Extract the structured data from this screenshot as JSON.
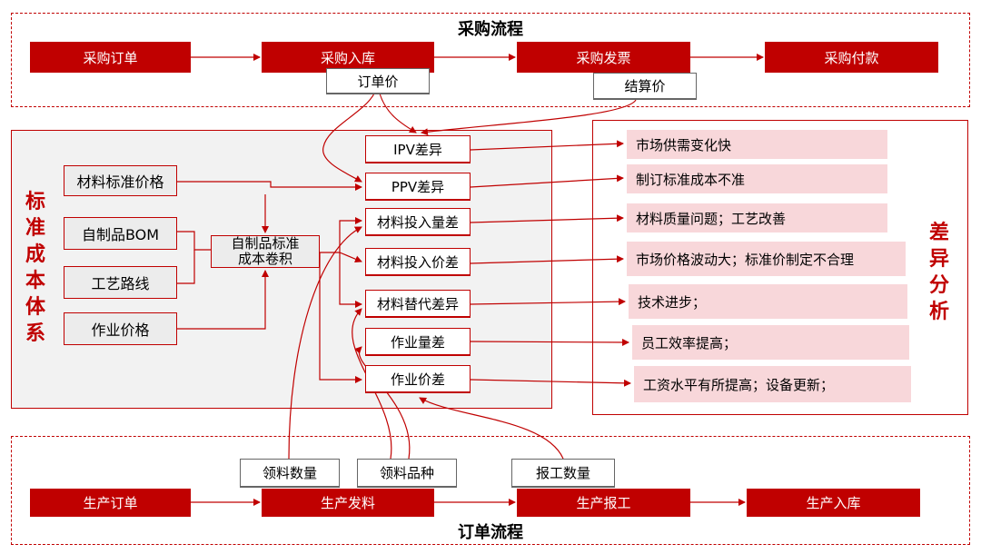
{
  "purchase": {
    "title": "采购流程",
    "steps": [
      "采购订单",
      "采购入库",
      "采购发票",
      "采购付款"
    ],
    "notes": [
      "订单价",
      "结算价"
    ]
  },
  "standard_cost": {
    "title_chars": [
      "标",
      "准",
      "成",
      "本",
      "体",
      "系"
    ],
    "inputs": [
      "材料标准价格",
      "自制品BOM",
      "工艺路线",
      "作业价格"
    ],
    "rollup": [
      "自制品标准",
      "成本卷积"
    ]
  },
  "variances": [
    "IPV差异",
    "PPV差异",
    "材料投入量差",
    "材料投入价差",
    "材料替代差异",
    "作业量差",
    "作业价差"
  ],
  "analysis": {
    "title_chars": [
      "差",
      "异",
      "分",
      "析"
    ],
    "reasons": [
      "市场供需变化快",
      "制订标准成本不准",
      "材料质量问题；工艺改善",
      "市场价格波动大；标准价制定不合理",
      "技术进步；",
      "员工效率提高；",
      "工资水平有所提高；设备更新；"
    ]
  },
  "order": {
    "title": "订单流程",
    "steps": [
      "生产订单",
      "生产发料",
      "生产报工",
      "生产入库"
    ],
    "notes": [
      "领料数量",
      "领料品种",
      "报工数量"
    ]
  },
  "colors": {
    "accent": "#c00000",
    "panel": "#f2f2f2",
    "reason_bg": "#f8d7da"
  }
}
